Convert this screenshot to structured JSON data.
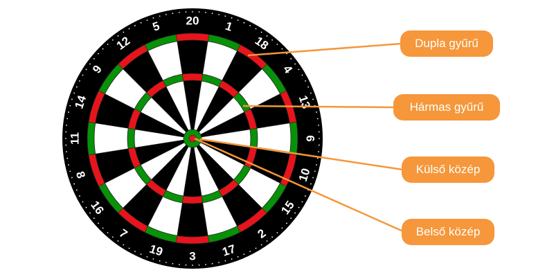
{
  "board": {
    "numbers": [
      20,
      1,
      18,
      4,
      13,
      6,
      10,
      15,
      2,
      17,
      3,
      19,
      7,
      16,
      8,
      11,
      14,
      9,
      12,
      5
    ]
  },
  "callouts": [
    {
      "id": "double",
      "label": "Dupla gyűrű"
    },
    {
      "id": "triple",
      "label": "Hármas gyűrű"
    },
    {
      "id": "outer",
      "label": "Külső közép"
    },
    {
      "id": "inner",
      "label": "Belső közép"
    }
  ],
  "colors": {
    "callout": "#f5973a",
    "board_black": "#000000",
    "board_white": "#ffffff",
    "ring_red": "#e8141b",
    "ring_green": "#079207",
    "number_text": "#ffffff"
  }
}
